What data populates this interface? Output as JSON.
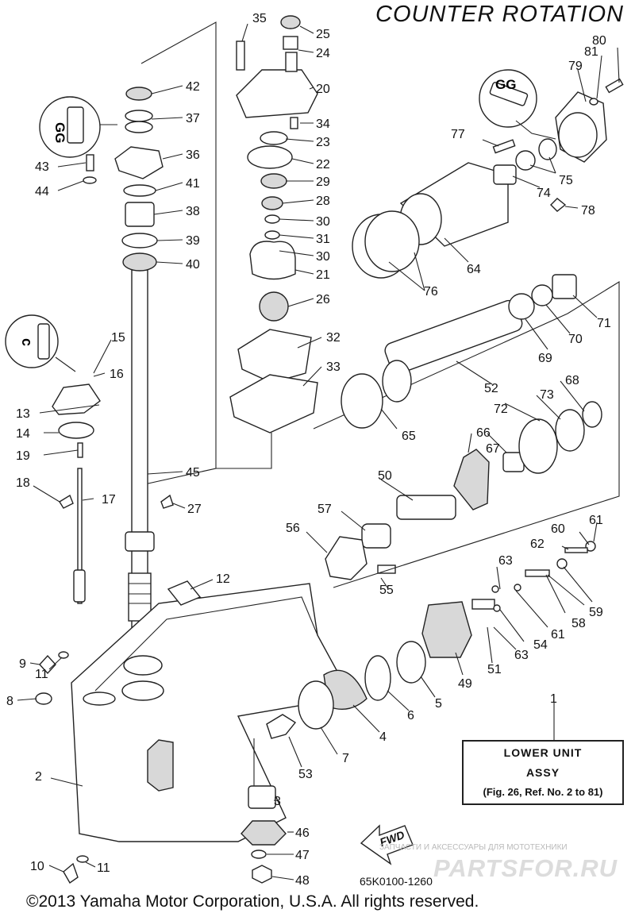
{
  "title": "COUNTER ROTATION",
  "callouts": [
    "1",
    "2",
    "3",
    "4",
    "5",
    "6",
    "7",
    "8",
    "9",
    "10",
    "11",
    "11",
    "12",
    "13",
    "14",
    "15",
    "16",
    "17",
    "18",
    "19",
    "20",
    "21",
    "22",
    "23",
    "24",
    "25",
    "26",
    "27",
    "28",
    "29",
    "30",
    "30",
    "31",
    "32",
    "33",
    "34",
    "35",
    "36",
    "37",
    "38",
    "39",
    "40",
    "41",
    "42",
    "43",
    "44",
    "45",
    "46",
    "47",
    "48",
    "49",
    "50",
    "51",
    "52",
    "53",
    "54",
    "55",
    "56",
    "57",
    "58",
    "59",
    "60",
    "61",
    "61",
    "62",
    "63",
    "63",
    "64",
    "65",
    "66",
    "67",
    "68",
    "69",
    "70",
    "71",
    "72",
    "73",
    "74",
    "75",
    "76",
    "77",
    "78",
    "79",
    "80",
    "81"
  ],
  "unit_box": {
    "line1": "LOWER UNIT",
    "line2": "ASSY",
    "line3": "(Fig. 26, Ref. No. 2 to 81)"
  },
  "fwd_label": "FWD",
  "diagram_code": "65K0100-1260",
  "watermark": {
    "subtitle": "ЗАПЧАСТИ И АКСЕССУАРЫ ДЛЯ МОТОТЕХНИКИ",
    "logo": "PARTSFOR.RU"
  },
  "copyright": "©2013 Yamaha Motor Corporation, U.S.A. All rights reserved.",
  "magnified_marks": [
    "GG",
    "c",
    "GG"
  ]
}
